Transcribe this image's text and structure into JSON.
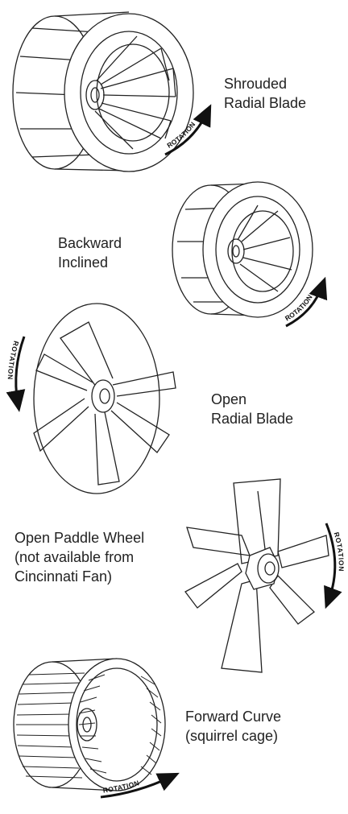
{
  "fans": [
    {
      "lines": [
        "Shrouded",
        "Radial Blade"
      ],
      "rotation": "ROTATION"
    },
    {
      "lines": [
        "Backward",
        "Inclined"
      ],
      "rotation": "ROTATION"
    },
    {
      "lines": [
        "Open",
        "Radial Blade"
      ],
      "rotation": "ROTATION"
    },
    {
      "lines": [
        "Open Paddle Wheel",
        "(not available from",
        "Cincinnati Fan)"
      ],
      "rotation": "ROTATION"
    },
    {
      "lines": [
        "Forward Curve",
        "(squirrel cage)"
      ],
      "rotation": "ROTATION"
    }
  ],
  "colors": {
    "line": "#222222",
    "text": "#222222"
  }
}
